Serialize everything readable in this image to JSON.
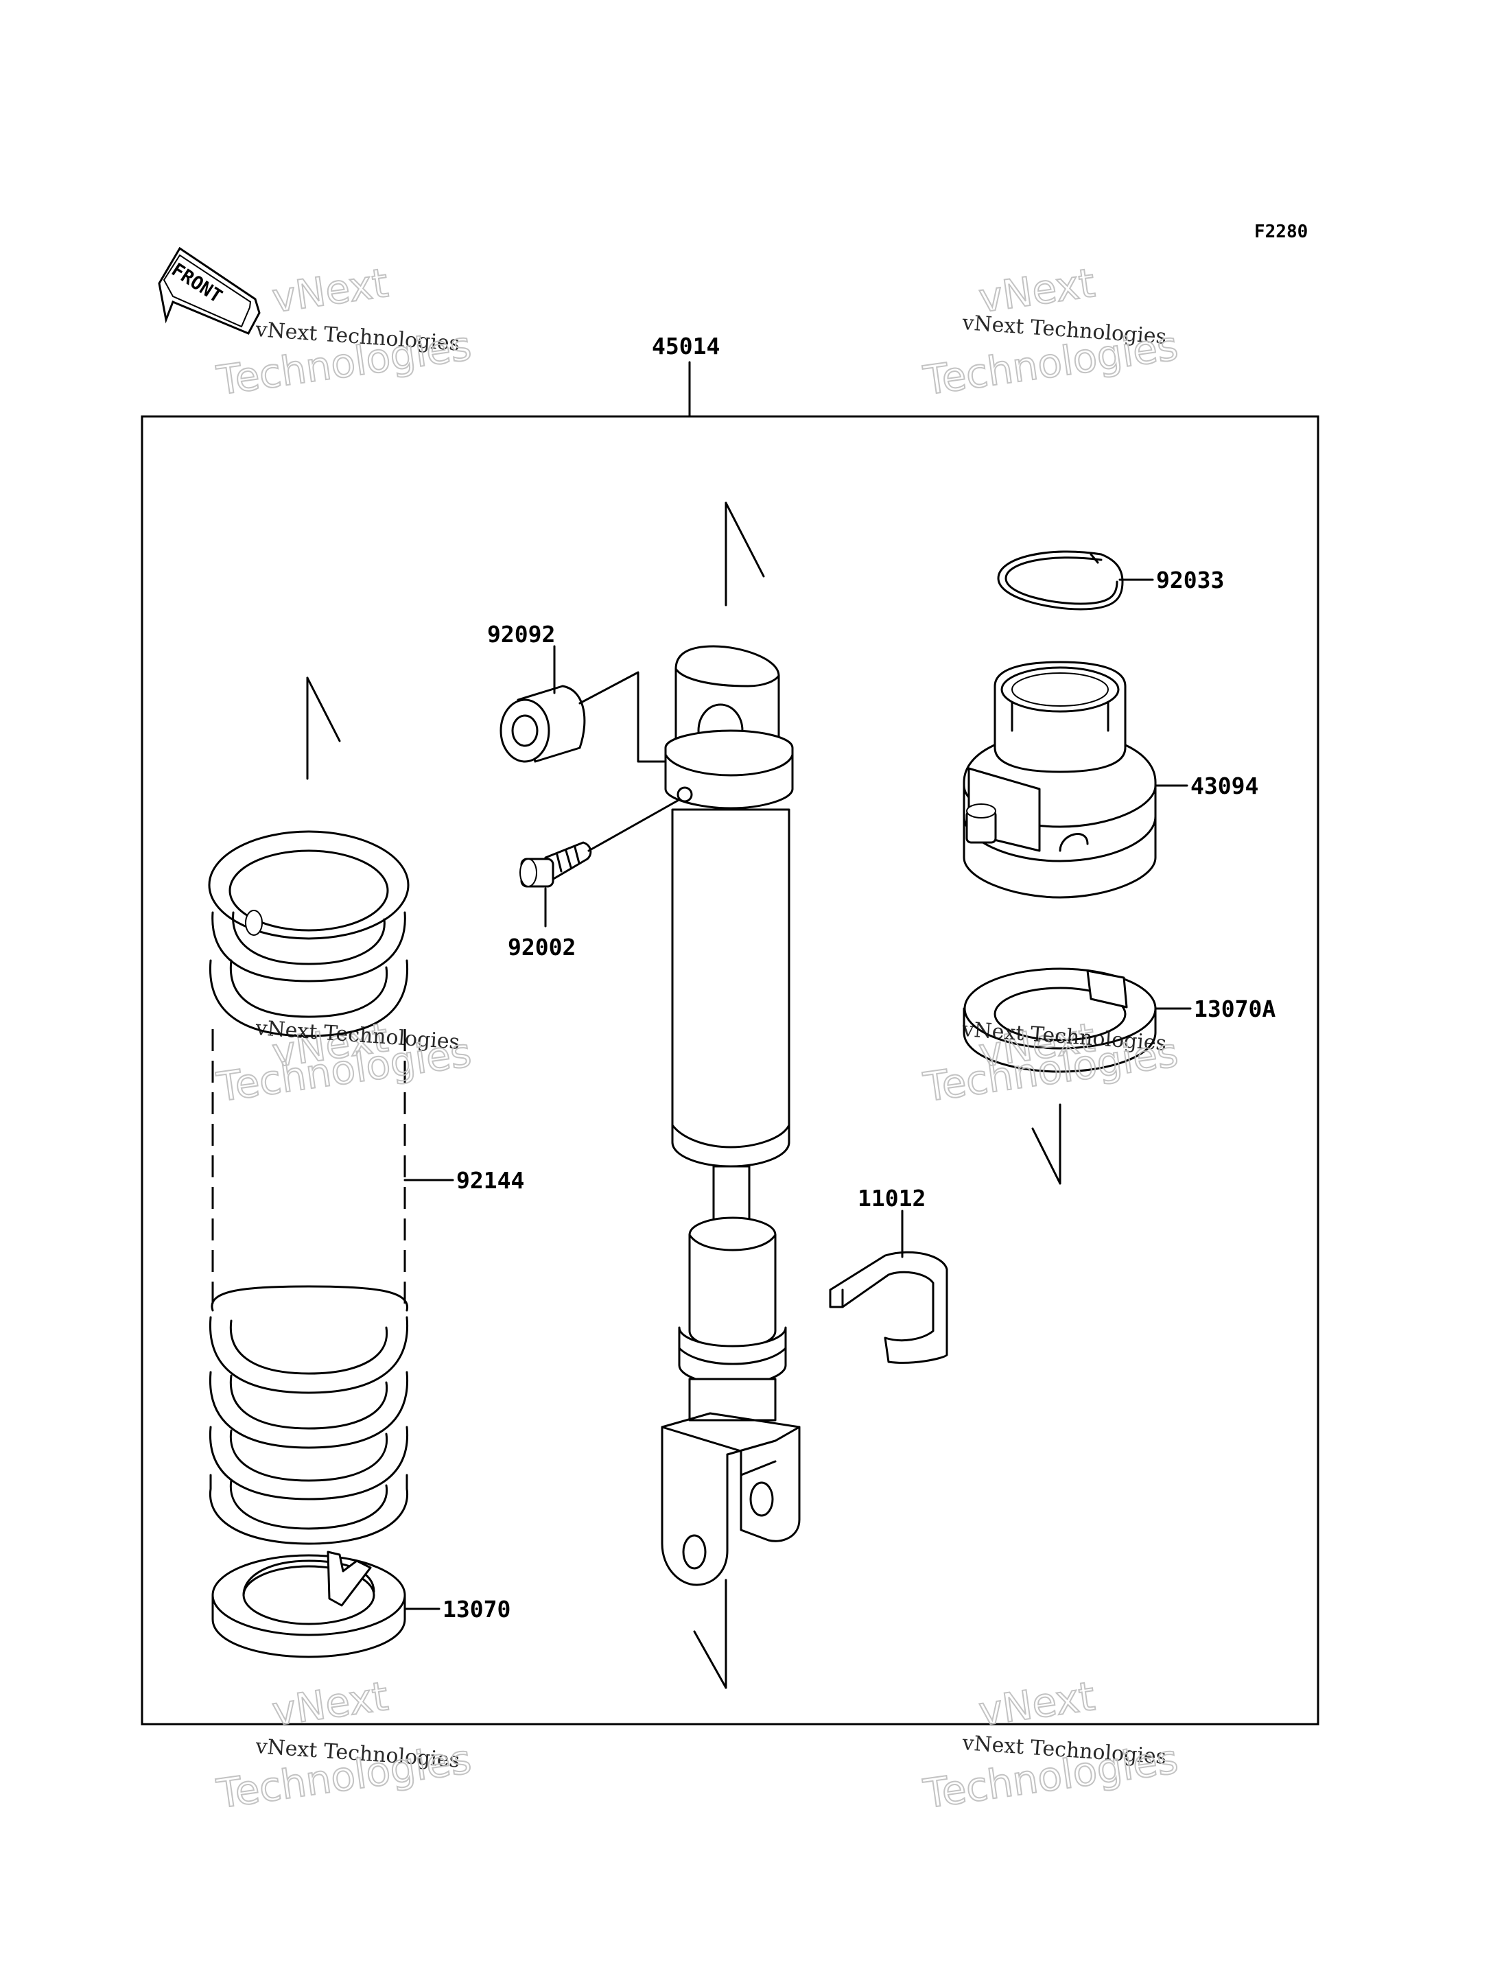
{
  "diagram_code": "F2280",
  "front_label": "FRONT",
  "assembly_part": "45014",
  "parts": {
    "snap_ring": "92033",
    "adjuster": "43094",
    "spring_guide_upper": "13070A",
    "bushing": "92092",
    "bolt": "92002",
    "spring": "92144",
    "clip": "11012",
    "spring_guide_lower": "13070"
  },
  "watermark": {
    "line1": "vNext",
    "line2": "vNext Technologies",
    "line3": "Technologies"
  }
}
